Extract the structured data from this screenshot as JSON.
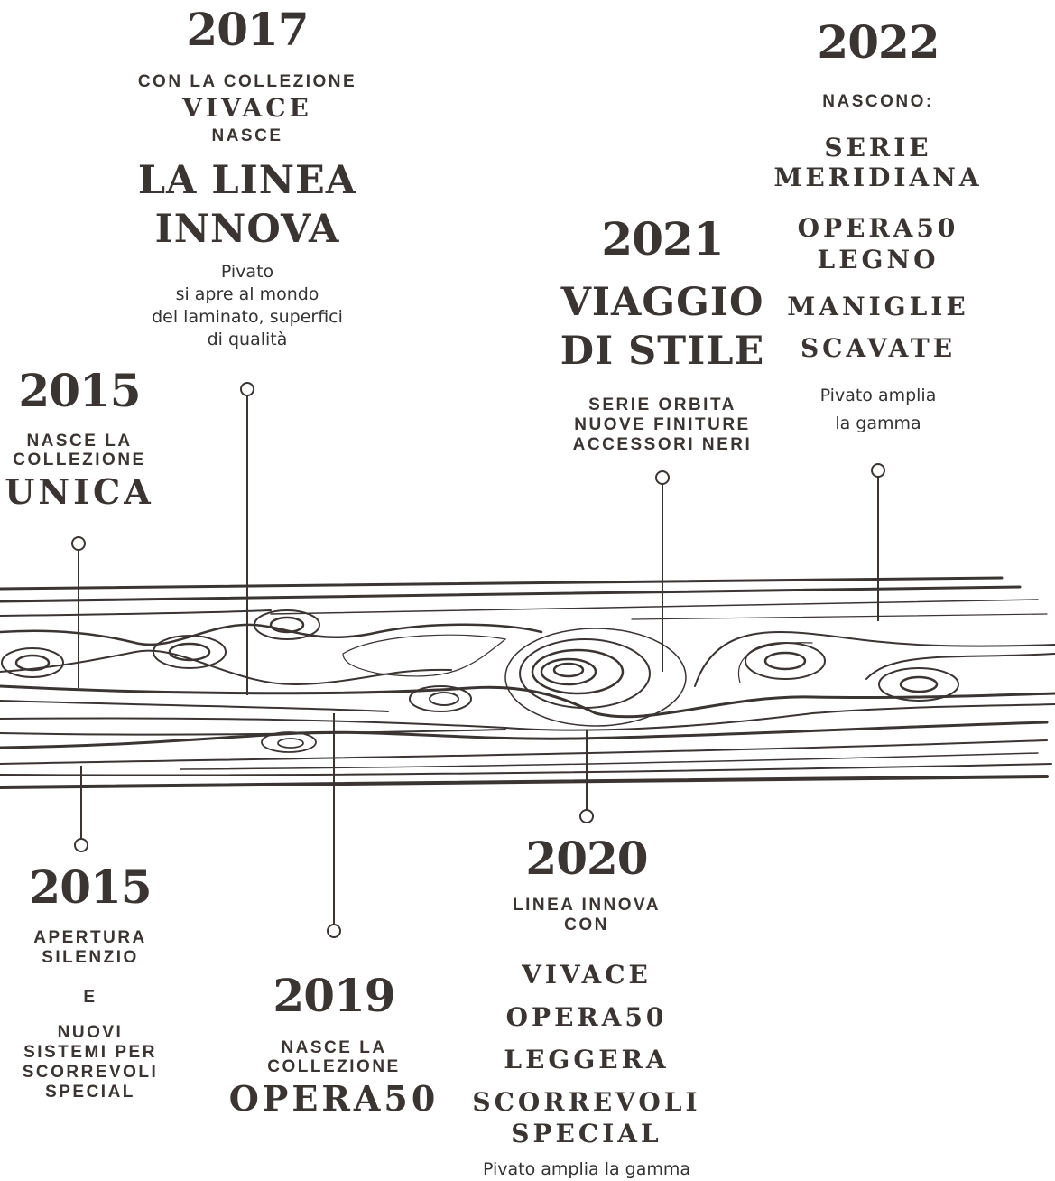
{
  "milestones": {
    "m2017": {
      "year": "2017",
      "caption1": "CON LA COLLEZIONE",
      "name": "VIVACE",
      "caption2": "NASCE",
      "headline": [
        "LA LINEA",
        "INNOVA"
      ],
      "description": [
        "Pivato",
        "si apre al mondo",
        "del laminato, superfici",
        "di qualità"
      ]
    },
    "m2022": {
      "year": "2022",
      "caption": "NASCONO:",
      "items": [
        [
          "SERIE",
          "MERIDIANA"
        ],
        [
          "OPERA50",
          "LEGNO"
        ],
        [
          "MANIGLIE",
          "SCAVATE"
        ]
      ],
      "description": [
        "Pivato amplia",
        "la gamma"
      ]
    },
    "m2021": {
      "year": "2021",
      "headline": [
        "VIAGGIO",
        "DI STILE"
      ],
      "caption": [
        "SERIE ORBITA",
        "NUOVE FINITURE",
        "ACCESSORI NERI"
      ]
    },
    "m2015a": {
      "year": "2015",
      "caption": [
        "NASCE LA",
        "COLLEZIONE"
      ],
      "name": "UNICA"
    },
    "m2015b": {
      "year": "2015",
      "caption1": [
        "APERTURA",
        "SILENZIO"
      ],
      "connector": "E",
      "caption2": [
        "NUOVI",
        "SISTEMI PER",
        "SCORREVOLI",
        "SPECIAL"
      ]
    },
    "m2019": {
      "year": "2019",
      "caption": [
        "NASCE LA",
        "COLLEZIONE"
      ],
      "name": "OPERA50"
    },
    "m2020": {
      "year": "2020",
      "caption": [
        "LINEA INNOVA",
        "CON"
      ],
      "items": [
        "VIVACE",
        "OPERA50",
        "LEGGERA"
      ],
      "items_last": [
        "SCORREVOLI",
        "SPECIAL"
      ],
      "description": "Pivato amplia la gamma"
    }
  },
  "colors": {
    "ink": "#3a3433",
    "background": "#ffffff"
  }
}
